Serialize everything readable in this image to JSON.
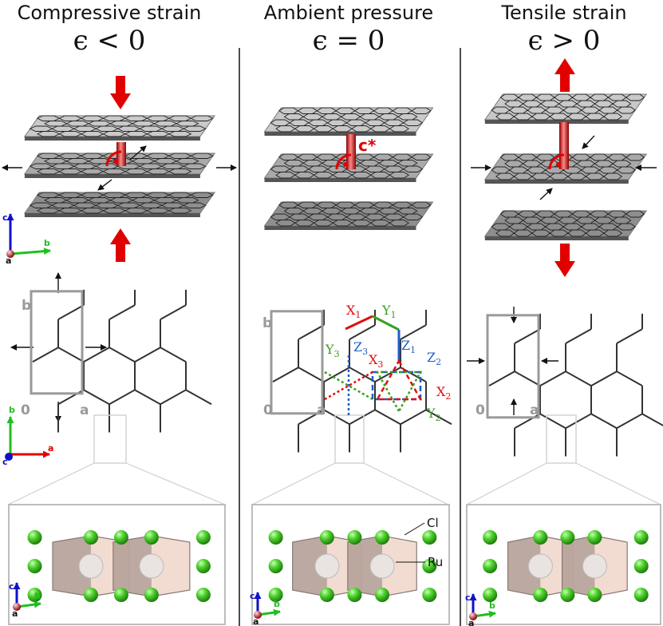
{
  "panels": [
    {
      "title": "Compressive strain",
      "eps": "ϵ < 0"
    },
    {
      "title": "Ambient pressure",
      "eps": "ϵ = 0"
    },
    {
      "title": "Tensile strain",
      "eps": "ϵ > 0"
    }
  ],
  "axes": {
    "a": "a",
    "b": "b",
    "c": "c"
  },
  "cell_labels": {
    "origin": "0",
    "a": "a",
    "b": "b"
  },
  "cstar": "c*",
  "bonds": [
    {
      "letter": "X",
      "index": "1"
    },
    {
      "letter": "Y",
      "index": "1"
    },
    {
      "letter": "Z",
      "index": "1"
    },
    {
      "letter": "Z",
      "index": "2"
    },
    {
      "letter": "X",
      "index": "2"
    },
    {
      "letter": "Y",
      "index": "2"
    },
    {
      "letter": "Y",
      "index": "3"
    },
    {
      "letter": "Z",
      "index": "3"
    },
    {
      "letter": "X",
      "index": "3"
    }
  ],
  "atoms": {
    "cl": "Cl",
    "ru": "Ru"
  },
  "colors": {
    "red": "#e10000",
    "green": "#2aa12a",
    "blue": "#1f5fc8",
    "gray": "#999999",
    "x_bond": "#e01010",
    "y_bond": "#3aa020",
    "z_bond": "#1f5fc8",
    "sheet": "#9a9a9a"
  }
}
